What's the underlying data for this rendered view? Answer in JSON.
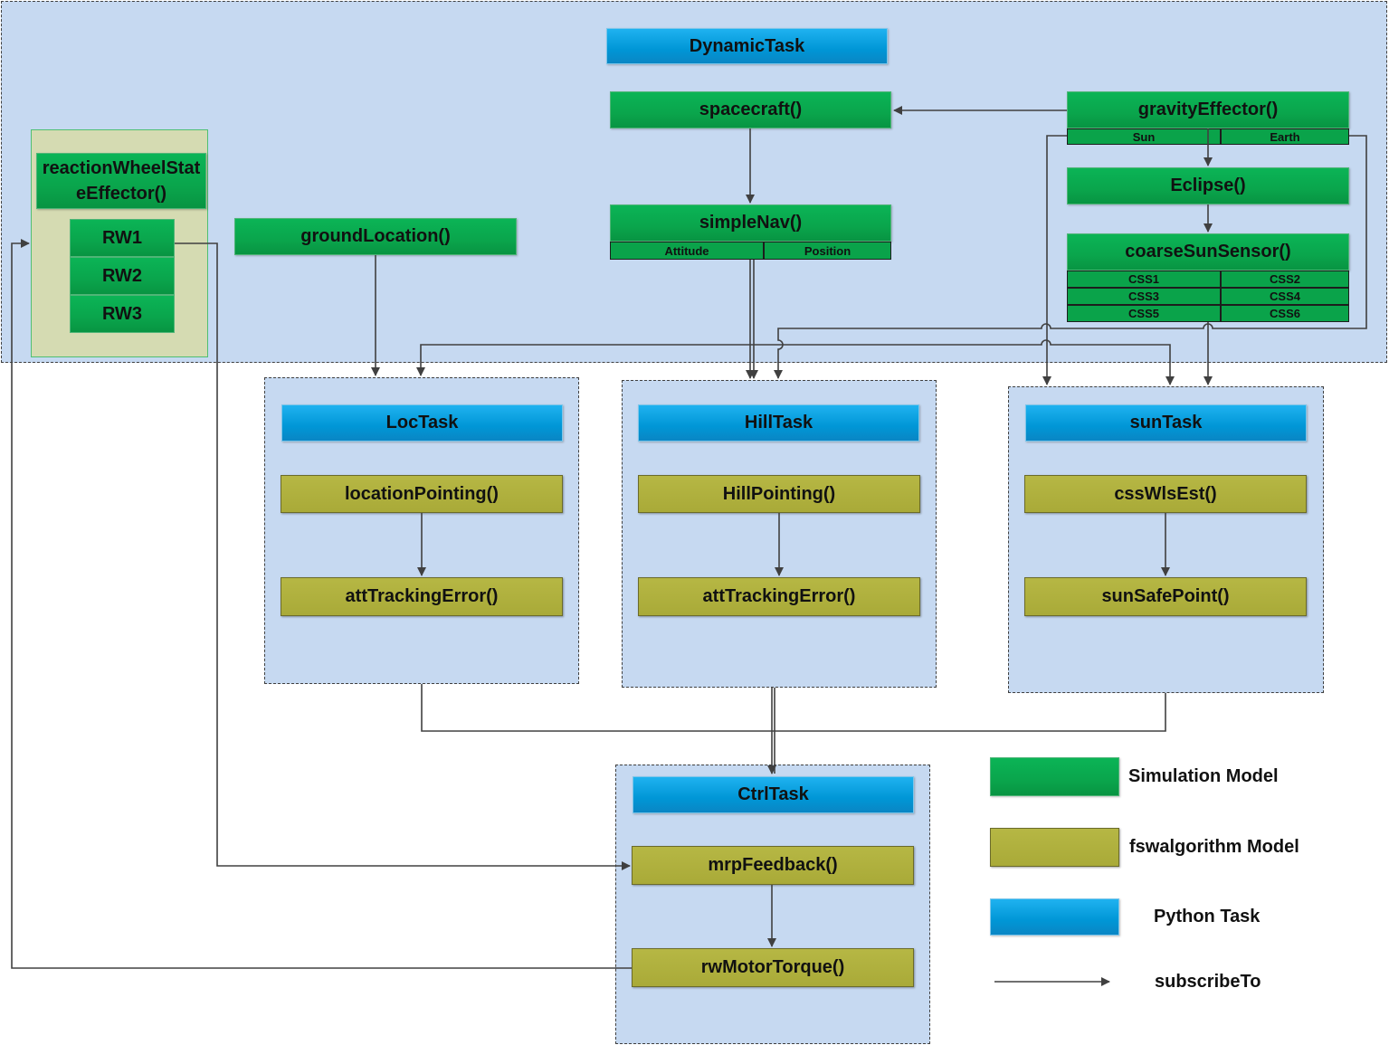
{
  "dynamic_task": {
    "title": "DynamicTask",
    "spacecraft": "spacecraft()",
    "simple_nav": {
      "title": "simpleNav()",
      "outputs": [
        "Attitude",
        "Position"
      ]
    },
    "gravity_effector": {
      "title": "gravityEffector()",
      "bodies": [
        "Sun",
        "Earth"
      ]
    },
    "eclipse": "Eclipse()",
    "coarse_sun_sensor": {
      "title": "coarseSunSensor()",
      "sensors": [
        "CSS1",
        "CSS2",
        "CSS3",
        "CSS4",
        "CSS5",
        "CSS6"
      ]
    },
    "reaction_wheel": {
      "title": "reactionWheelStateEffector()",
      "wheels": [
        "RW1",
        "RW2",
        "RW3"
      ]
    },
    "ground_location": "groundLocation()"
  },
  "loc_task": {
    "title": "LocTask",
    "modules": [
      "locationPointing()",
      "attTrackingError()"
    ]
  },
  "hill_task": {
    "title": "HillTask",
    "modules": [
      "HillPointing()",
      "attTrackingError()"
    ]
  },
  "sun_task": {
    "title": "sunTask",
    "modules": [
      "cssWlsEst()",
      "sunSafePoint()"
    ]
  },
  "ctrl_task": {
    "title": "CtrlTask",
    "modules": [
      "mrpFeedback()",
      "rwMotorTorque()"
    ]
  },
  "legend": {
    "simulation_model": "Simulation Model",
    "fsw_model": "fswalgorithm Model",
    "python_task": "Python Task",
    "subscribe": "subscribeTo"
  },
  "colors": {
    "region_fill": "#c6d9f1",
    "simulation_green": "#0aa54c",
    "fsw_olive": "#a9aa38",
    "python_blue": "#0096d6",
    "connector": "#404040"
  }
}
